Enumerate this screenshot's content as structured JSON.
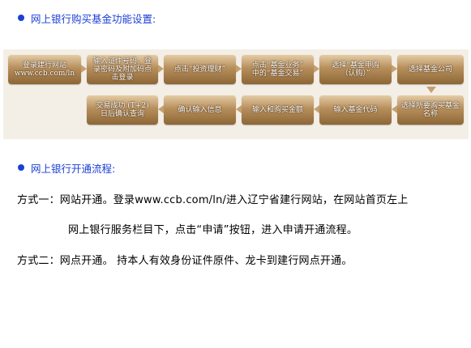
{
  "section1": {
    "heading": "网上银行购买基金功能设置:"
  },
  "flow": {
    "steps": [
      "登录建行网站\nwww.ccb.com/ln",
      "输入证件号码、登\n录密码及附加码点\n击登录",
      "点击“投资理财”",
      "点击“基金业务”\n中的“基金交易”",
      "选择“基金申购\n（认购）”",
      "选择基金公司",
      "选择所要购买基金\n名称",
      "输入基金代码",
      "输入和购买金额",
      "确认输入信息",
      "交易成功 (T+2)\n日后确认查询"
    ]
  },
  "section2": {
    "heading": "网上银行开通流程:"
  },
  "methods": {
    "line1": "方式一：网站开通。登录www.ccb.com/ln/进入辽宁省建行网站，在网站首页左上",
    "line2": "网上银行服务栏目下，点击“申请”按钮，进入申请开通流程。",
    "line3": "方式二：网点开通。 持本人有效身份证件原件、龙卡到建行网点开通。"
  }
}
